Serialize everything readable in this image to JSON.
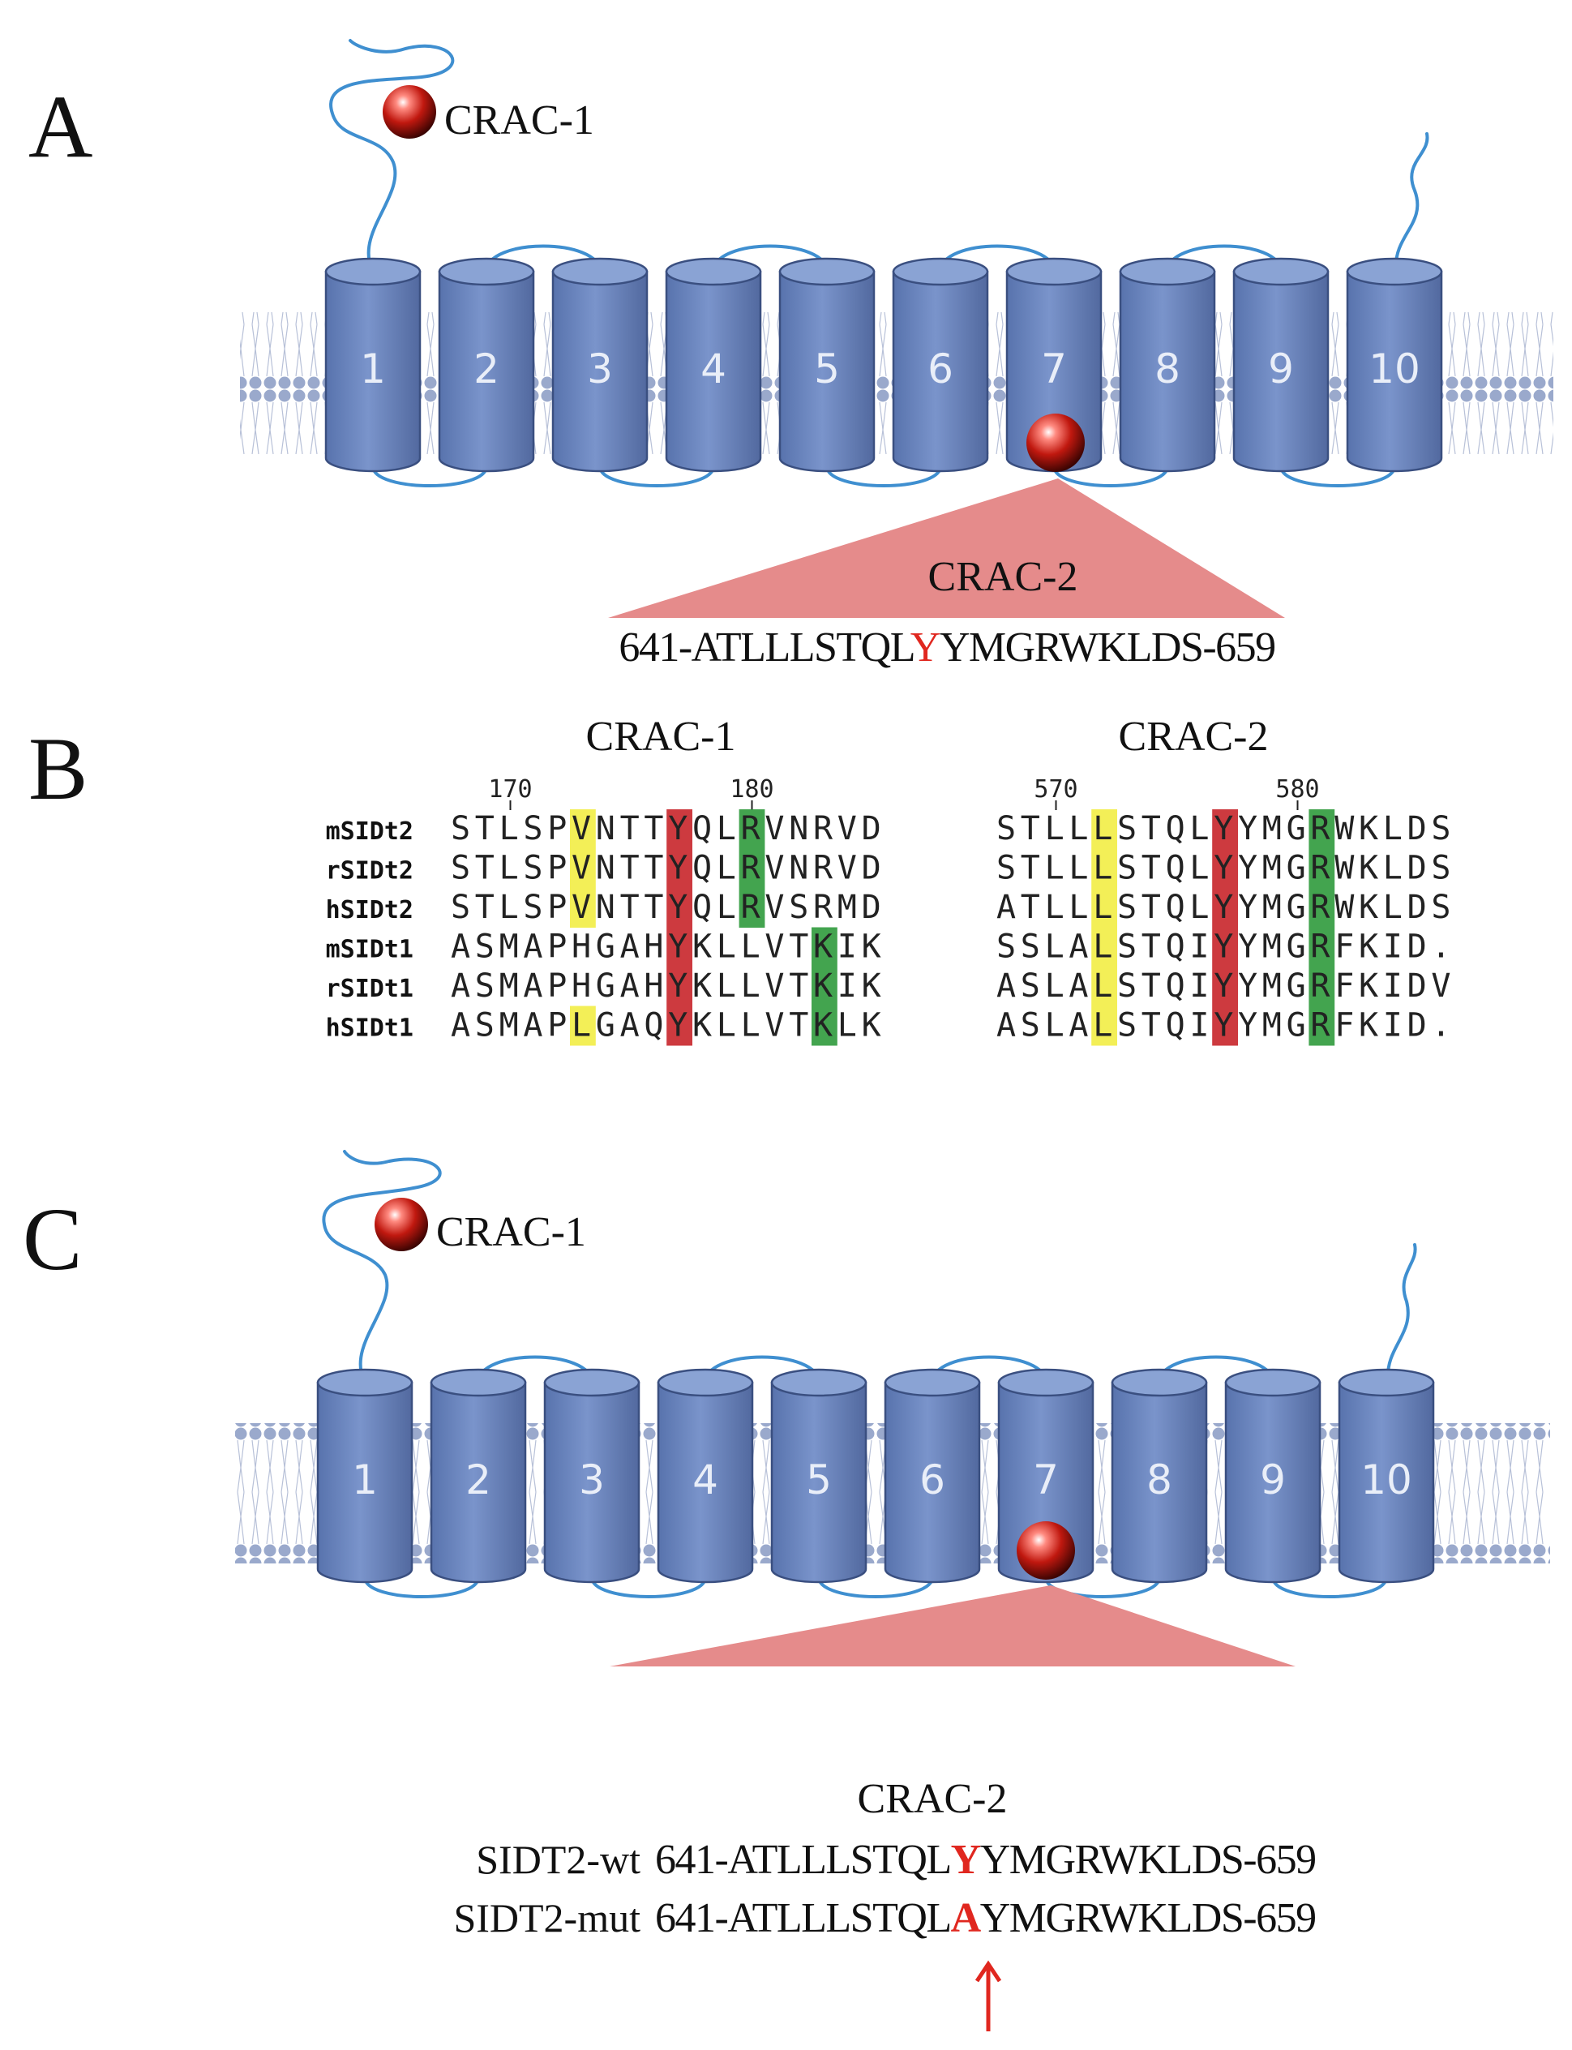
{
  "panelA": {
    "letter": "A",
    "crac1_label": "CRAC-1",
    "helices": [
      "1",
      "2",
      "3",
      "4",
      "5",
      "6",
      "7",
      "8",
      "9",
      "10"
    ],
    "crac2_label": "CRAC-2",
    "sequence": {
      "prefix": "641-ATLLLSTQL",
      "highlight": "Y",
      "suffix": "YMGRWKLDS-659"
    }
  },
  "panelB": {
    "letter": "B",
    "crac1_title": "CRAC-1",
    "crac2_title": "CRAC-2",
    "crac1_ticks": [
      "170",
      "180"
    ],
    "crac2_ticks": [
      "570",
      "580"
    ],
    "species": [
      "mSIDt2",
      "rSIDt2",
      "hSIDt2",
      "mSIDt1",
      "rSIDt1",
      "hSIDt1"
    ],
    "crac1_seqs": [
      "STLSPVNTTYQLRVNRVD",
      "STLSPVNTTYQLRVNRVD",
      "STLSPVNTTYQLRVSRMD",
      "ASMAPHGAHYKLLVTKIK",
      "ASMAPHGAHYKLLVTKIK",
      "ASMAPLGAQYKLLVTKLK"
    ],
    "crac2_seqs": [
      "STLLLSTQLYYMGRWKLDS",
      "STLLLSTQLYYMGRWKLDS",
      "ATLLLSTQLYYMGRWKLDS",
      "SSLALSTQIYYMGRFKID.",
      "ASLALSTQIYYMGRFKIDV",
      "ASLALSTQIYYMGRFKID."
    ],
    "colors": {
      "yellow": "#f1ec3a",
      "red": "#c8252a",
      "green": "#2f9a3c"
    }
  },
  "panelC": {
    "letter": "C",
    "crac1_label": "CRAC-1",
    "helices": [
      "1",
      "2",
      "3",
      "4",
      "5",
      "6",
      "7",
      "8",
      "9",
      "10"
    ],
    "crac2_label": "CRAC-2",
    "wt_label": "SIDT2-wt",
    "mut_label": "SIDT2-mut",
    "wt_sequence": {
      "prefix": "641-ATLLLSTQL",
      "highlight": "Y",
      "suffix": "YMGRWKLDS-659"
    },
    "mut_sequence": {
      "prefix": "641-ATLLLSTQL",
      "highlight": "A",
      "suffix": "YMGRWKLDS-659"
    }
  },
  "colors": {
    "helix_fill": "#6b87c1",
    "helix_top": "#8aa3d4",
    "helix_stroke": "#3a4f80",
    "loop": "#3f8fd0",
    "membrane": "#9aa9cc",
    "wedge": "#e58b8b",
    "accent_red": "#e0271f"
  }
}
